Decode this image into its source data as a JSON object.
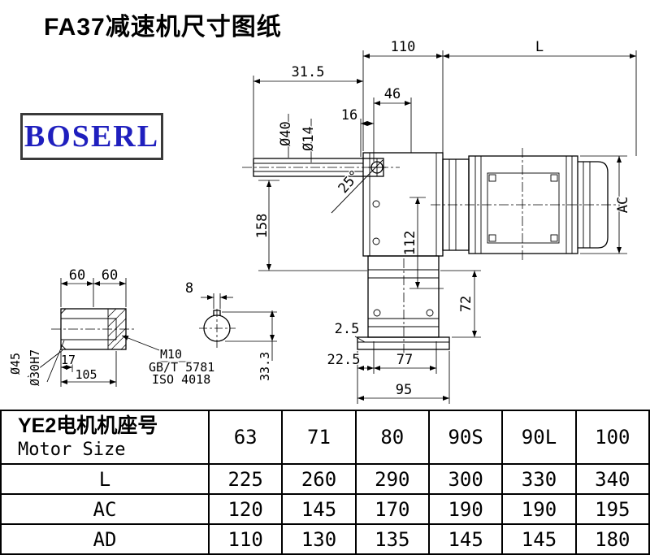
{
  "title": "FA37减速机尺寸图纸",
  "logo": {
    "text": "BOSERL"
  },
  "colors": {
    "logo_blue": "#1f1fbe",
    "line_black": "#000000"
  },
  "drawing": {
    "main": {
      "d110": "110",
      "dL": "L",
      "d31_5": "31.5",
      "d46": "46",
      "d16": "16",
      "dia40": "Ø40",
      "dia14": "Ø14",
      "ang25": "25°",
      "d158": "158",
      "d112": "112",
      "AC": "AC",
      "d72": "72",
      "d2_5": "2.5",
      "d22_5": "22.5",
      "d77": "77",
      "d95": "95"
    },
    "shaft": {
      "d60a": "60",
      "d60b": "60",
      "d8": "8",
      "dia45": "Ø45",
      "dia30": "Ø30H7",
      "d17": "17",
      "d105": "105",
      "m10": "M10",
      "gbt": "GB/T 5781",
      "iso": "ISO 4018",
      "d33_3": "33.3"
    }
  },
  "table": {
    "header_cn": "YE2电机机座号",
    "header_en": "Motor Size",
    "columns": [
      "63",
      "71",
      "80",
      "90S",
      "90L",
      "100"
    ],
    "rows": [
      {
        "label": "L",
        "values": [
          "225",
          "260",
          "290",
          "300",
          "330",
          "340"
        ]
      },
      {
        "label": "AC",
        "values": [
          "120",
          "145",
          "170",
          "190",
          "190",
          "195"
        ]
      },
      {
        "label": "AD",
        "values": [
          "110",
          "130",
          "135",
          "145",
          "145",
          "180"
        ]
      }
    ]
  }
}
